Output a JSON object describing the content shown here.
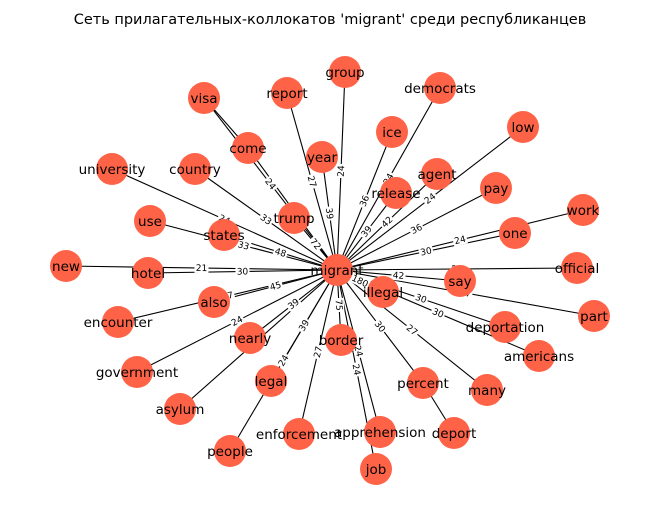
{
  "title": "Сеть прилагательных-коллокатов 'migrant' среди республиканцев",
  "node_color": "#ff6347",
  "center": "migrant",
  "nodes": [
    "migrant",
    "group",
    "report",
    "visa",
    "democrats",
    "ice",
    "low",
    "come",
    "year",
    "university",
    "country",
    "release",
    "agent",
    "pay",
    "work",
    "use",
    "trump",
    "states",
    "one",
    "new",
    "hotel",
    "official",
    "say",
    "also",
    "encounter",
    "illegal",
    "part",
    "deportation",
    "nearly",
    "americans",
    "government",
    "border",
    "legal",
    "percent",
    "many",
    "asylum",
    "enforcement",
    "apprehension",
    "deport",
    "people",
    "job"
  ],
  "edges": [
    {
      "target": "group",
      "weight": "24"
    },
    {
      "target": "report",
      "weight": "27"
    },
    {
      "target": "visa",
      "weight": "24"
    },
    {
      "target": "democrats",
      "weight": "24"
    },
    {
      "target": "ice",
      "weight": "36"
    },
    {
      "target": "low",
      "weight": "24"
    },
    {
      "target": "year",
      "weight": "39"
    },
    {
      "target": "university",
      "weight": "24"
    },
    {
      "target": "country",
      "weight": "33"
    },
    {
      "target": "release",
      "weight": "39"
    },
    {
      "target": "agent",
      "weight": "42"
    },
    {
      "target": "pay",
      "weight": "36"
    },
    {
      "target": "work",
      "weight": "24"
    },
    {
      "target": "one",
      "weight": "30"
    },
    {
      "target": "trump",
      "weight": "72"
    },
    {
      "target": "use",
      "weight": "33"
    },
    {
      "target": "states",
      "weight": "48"
    },
    {
      "target": "new",
      "weight": "21"
    },
    {
      "target": "hotel",
      "weight": "30"
    },
    {
      "target": "official",
      "weight": "21"
    },
    {
      "target": "say",
      "weight": "42"
    },
    {
      "target": "encounter",
      "weight": "27"
    },
    {
      "target": "also",
      "weight": "45"
    },
    {
      "target": "illegal",
      "weight": "180"
    },
    {
      "target": "part",
      "weight": "27"
    },
    {
      "target": "deportation",
      "weight": "30"
    },
    {
      "target": "government",
      "weight": "24"
    },
    {
      "target": "nearly",
      "weight": "39"
    },
    {
      "target": "americans",
      "weight": "30"
    },
    {
      "target": "border",
      "weight": "75"
    },
    {
      "target": "legal",
      "weight": "39"
    },
    {
      "target": "percent",
      "weight": "30"
    },
    {
      "target": "many",
      "weight": "27"
    },
    {
      "target": "asylum",
      "weight": "24"
    },
    {
      "target": "enforcement",
      "weight": "27"
    },
    {
      "target": "apprehension",
      "weight": "24"
    },
    {
      "target": "people",
      "weight": "24"
    },
    {
      "target": "job",
      "weight": "24"
    },
    {
      "target": "come",
      "weight": "24"
    }
  ],
  "extra_edges": [
    {
      "source": "come",
      "target": "visa"
    },
    {
      "source": "percent",
      "target": "deport"
    }
  ]
}
